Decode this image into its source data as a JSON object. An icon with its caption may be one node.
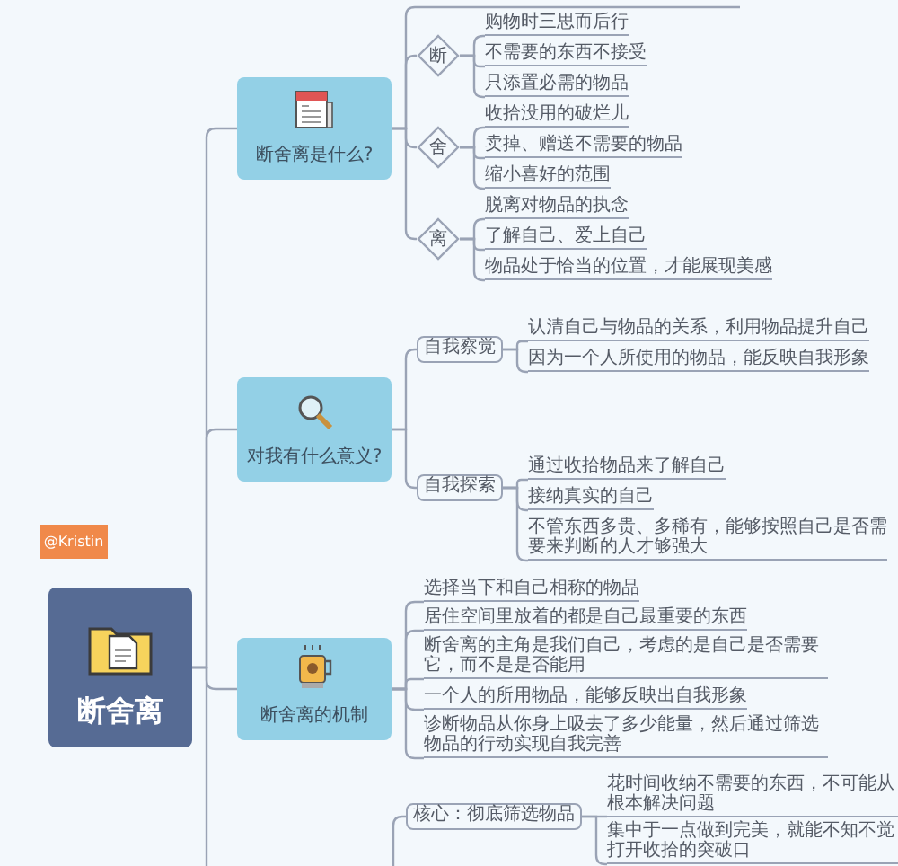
{
  "diagram": {
    "nodes": [
      {
        "text": [
          "断舍离"
        ]
      },
      {
        "text": [
          "断舍离是什么?"
        ]
      },
      {
        "text": [
          "断"
        ]
      },
      {
        "text": [
          "购物时三思而后行"
        ]
      },
      {
        "text": [
          "不需要的东西不接受"
        ]
      },
      {
        "text": [
          "只添置必需的物品"
        ]
      },
      {
        "text": [
          "舍"
        ]
      },
      {
        "text": [
          "收拾没用的破烂儿"
        ]
      },
      {
        "text": [
          "卖掉、赠送不需要的物品"
        ]
      },
      {
        "text": [
          "缩小喜好的范围"
        ]
      },
      {
        "text": [
          "离"
        ]
      },
      {
        "text": [
          "脱离对物品的执念"
        ]
      },
      {
        "text": [
          "了解自己、爱上自己"
        ]
      },
      {
        "text": [
          "物品处于恰当的位置，才能展现美感"
        ]
      },
      {
        "text": [
          "对我有什么意义?"
        ]
      },
      {
        "text": [
          "自我察觉"
        ]
      },
      {
        "text": [
          "认清自己与物品的关系，利用物品提升自己"
        ]
      },
      {
        "text": [
          "因为一个人所使用的物品，能反映自我形象"
        ]
      },
      {
        "text": [
          "自我探索"
        ]
      },
      {
        "text": [
          "通过收拾物品来了解自己"
        ]
      },
      {
        "text": [
          "接纳真实的自己"
        ]
      },
      {
        "text": [
          "不管东西多贵、多稀有，能够按照自己是否需要来判断的人才够强大"
        ]
      },
      {
        "text": [
          "断舍离的机制"
        ]
      },
      {
        "text": [
          "选择当下和自己相称的物品"
        ]
      },
      {
        "text": [
          "居住空间里放着的都是自己最重要的东西"
        ]
      },
      {
        "text": [
          "断舍离的主角是我们自己，考虑的是自己是否需要它，而不是是否能用"
        ]
      },
      {
        "text": [
          "一个人的所用物品，能够反映出自我形象"
        ]
      },
      {
        "text": [
          "诊断物品从你身上吸去了多少能量，然后通过筛选物品的行动实现自我完善"
        ]
      },
      {
        "text": [
          "核心：彻底筛选物品"
        ]
      },
      {
        "text": [
          "花时间收纳不需要的东西，不可能从根本解决问题"
        ]
      },
      {
        "text": [
          "集中于一点做到完美，就能不知不觉打开收拾的突破口"
        ]
      }
    ],
    "edges": [
      {
        "from": 0,
        "to": 1,
        "arrow": "none"
      },
      {
        "from": 0,
        "to": 14,
        "arrow": "none"
      },
      {
        "from": 0,
        "to": 22,
        "arrow": "none"
      },
      {
        "from": 1,
        "to": null,
        "arrow": "none"
      },
      {
        "from": 1,
        "to": 2,
        "arrow": "none"
      },
      {
        "from": 1,
        "to": 6,
        "arrow": "none"
      },
      {
        "from": 1,
        "to": 10,
        "arrow": "none"
      },
      {
        "from": 2,
        "to": 3,
        "arrow": "none"
      },
      {
        "from": 2,
        "to": 4,
        "arrow": "none"
      },
      {
        "from": 2,
        "to": 5,
        "arrow": "none"
      },
      {
        "from": 6,
        "to": 7,
        "arrow": "none"
      },
      {
        "from": 6,
        "to": 8,
        "arrow": "none"
      },
      {
        "from": 6,
        "to": 9,
        "arrow": "none"
      },
      {
        "from": 10,
        "to": 11,
        "arrow": "none"
      },
      {
        "from": 10,
        "to": 12,
        "arrow": "none"
      },
      {
        "from": 10,
        "to": 13,
        "arrow": "none"
      },
      {
        "from": 14,
        "to": 15,
        "arrow": "none"
      },
      {
        "from": 14,
        "to": 18,
        "arrow": "none"
      },
      {
        "from": 15,
        "to": 16,
        "arrow": "none"
      },
      {
        "from": 15,
        "to": 17,
        "arrow": "none"
      },
      {
        "from": 18,
        "to": 19,
        "arrow": "none"
      },
      {
        "from": 18,
        "to": 20,
        "arrow": "none"
      },
      {
        "from": 18,
        "to": 21,
        "arrow": "none"
      },
      {
        "from": 22,
        "to": 23,
        "arrow": "none"
      },
      {
        "from": 22,
        "to": 24,
        "arrow": "none"
      },
      {
        "from": 22,
        "to": 25,
        "arrow": "none"
      },
      {
        "from": 22,
        "to": 26,
        "arrow": "none"
      },
      {
        "from": 22,
        "to": 27,
        "arrow": "none"
      },
      {
        "from": null,
        "to": 28,
        "arrow": "none"
      },
      {
        "from": 28,
        "to": 29,
        "arrow": "none"
      },
      {
        "from": 28,
        "to": 30,
        "arrow": "none"
      }
    ],
    "labels": [
      "@Kristin"
    ]
  }
}
